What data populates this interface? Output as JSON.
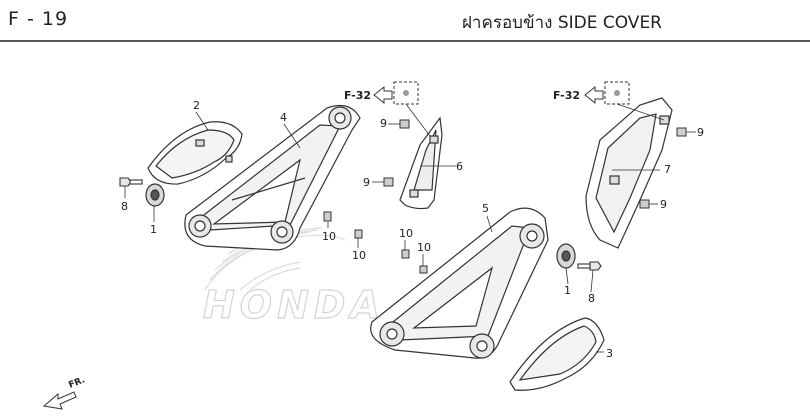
{
  "header": {
    "figure_id": "F - 19",
    "title": "ฝาครอบข้าง  SIDE COVER"
  },
  "references": {
    "ref_left": "F-32",
    "ref_right": "F-32"
  },
  "watermark": {
    "brand": "HONDA"
  },
  "direction": {
    "label": "FR."
  },
  "callouts": {
    "c1a": "1",
    "c1b": "1",
    "c2": "2",
    "c3": "3",
    "c4": "4",
    "c5": "5",
    "c6": "6",
    "c7": "7",
    "c8a": "8",
    "c8b": "8",
    "c9a": "9",
    "c9b": "9",
    "c9c": "9",
    "c9d": "9",
    "c10a": "10",
    "c10b": "10",
    "c10c": "10",
    "c10d": "10"
  }
}
